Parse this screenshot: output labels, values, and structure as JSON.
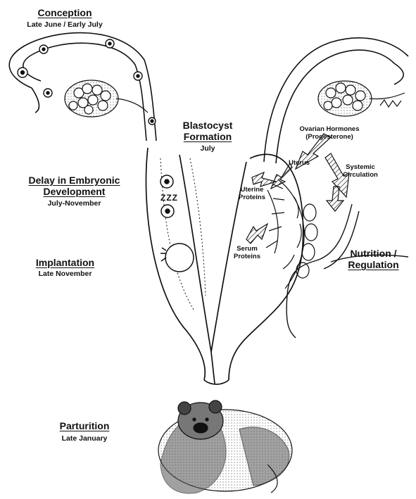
{
  "stages": {
    "conception": {
      "title": "Conception",
      "subtitle": "Late June / Early July"
    },
    "blastocyst": {
      "title_line1": "Blastocyst",
      "title_line2": "Formation",
      "subtitle": "July"
    },
    "delay": {
      "title_line1": "Delay in Embryonic",
      "title_line2": "Development",
      "subtitle": "July-November"
    },
    "implantation": {
      "title": "Implantation",
      "subtitle": "Late November"
    },
    "parturition": {
      "title": "Parturition",
      "subtitle": "Late January"
    },
    "nutrition": {
      "title_line1": "Nutrition /",
      "title_line2": "Regulation"
    }
  },
  "labels": {
    "ovarian_line1": "Ovarian Hormones",
    "ovarian_line2": "(Progesterone)",
    "uterus": "Uterus",
    "systemic_line1": "Systemic",
    "systemic_line2": "Circulation",
    "uterine_line1": "Uterine",
    "uterine_line2": "Proteins",
    "serum_line1": "Serum",
    "serum_line2": "Proteins",
    "zzz": "ZZZ"
  },
  "colors": {
    "ink": "#111111",
    "paper": "#ffffff"
  }
}
